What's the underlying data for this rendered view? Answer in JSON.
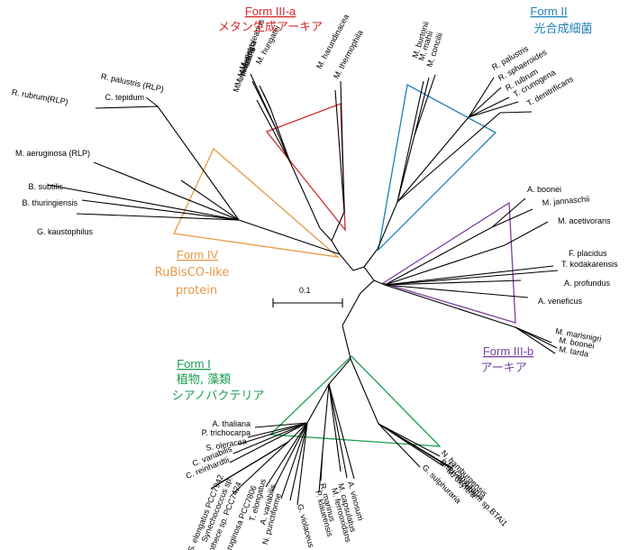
{
  "colors": {
    "form_1": "#1a9e50",
    "form_2": "#1f7fb6",
    "form_3a": "#d42a2a",
    "form_3b": "#7b3fa0",
    "form_4": "#e59a45"
  },
  "groups": {
    "form_3a": {
      "title": "Form III-a",
      "subtitle": "メタン生成アーキア"
    },
    "form_2": {
      "title": "Form II",
      "subtitle": "光合成細菌"
    },
    "form_3b": {
      "title": "Form III-b",
      "subtitle": "アーキア"
    },
    "form_4": {
      "title": "Form IV",
      "subtitle": "RuBisCO-like",
      "subtitle2": "protein"
    },
    "form_1": {
      "title": "Form I",
      "subtitle": "植物, 藻類",
      "subtitle2": "シアノバクテリア"
    }
  },
  "scale_bar": {
    "label": "0.1"
  },
  "taxa": [
    "M. hungatei",
    "M. petroleanus",
    "M. limicola",
    "M. palustris",
    "M. liminatans",
    "M. harundinacea",
    "M. thermophila",
    "M. burtonii",
    "M. mahii",
    "M. concilii",
    "R. palustris",
    "R. sphaeroides",
    "R. rubrum",
    "T. crunogena",
    "T. denitrificans",
    "A. boonei",
    "M. jannaschii",
    "M. acetivorans",
    "F. placidus",
    "T. kodakarensis",
    "A. profundus",
    "A. veneficus",
    "M. marisnigri",
    "M. boonei",
    "M. tarda",
    "N. hamburgensis",
    "Bradyrhizobium sp.BTAi1",
    "M. capsulatus",
    "M. oxyfera",
    "G. sulphuraria",
    "A. vinosum",
    "M. capsulatus",
    "M. ferrooxidans",
    "R. marinus",
    "P. klaueensis",
    "G. violaceus",
    "N. punctiforme",
    "A. variabilis",
    "T. elongatus",
    "M. aeruginosa PCC7806",
    "Cyanothece sp. PCC7424",
    "Synechococcus sp.",
    "S. elongatus PCC7942",
    "C. reinhardtii",
    "C. variabilis",
    "S. oleracea",
    "P. trichocarpa",
    "A. thaliana",
    "G. kaustophilus",
    "B. thuringiensis",
    "B. subtilis",
    "M. aeruginosa (RLP)",
    "R. rubrum(RLP)",
    "C. tepidum",
    "R. palustris (RLP)"
  ]
}
